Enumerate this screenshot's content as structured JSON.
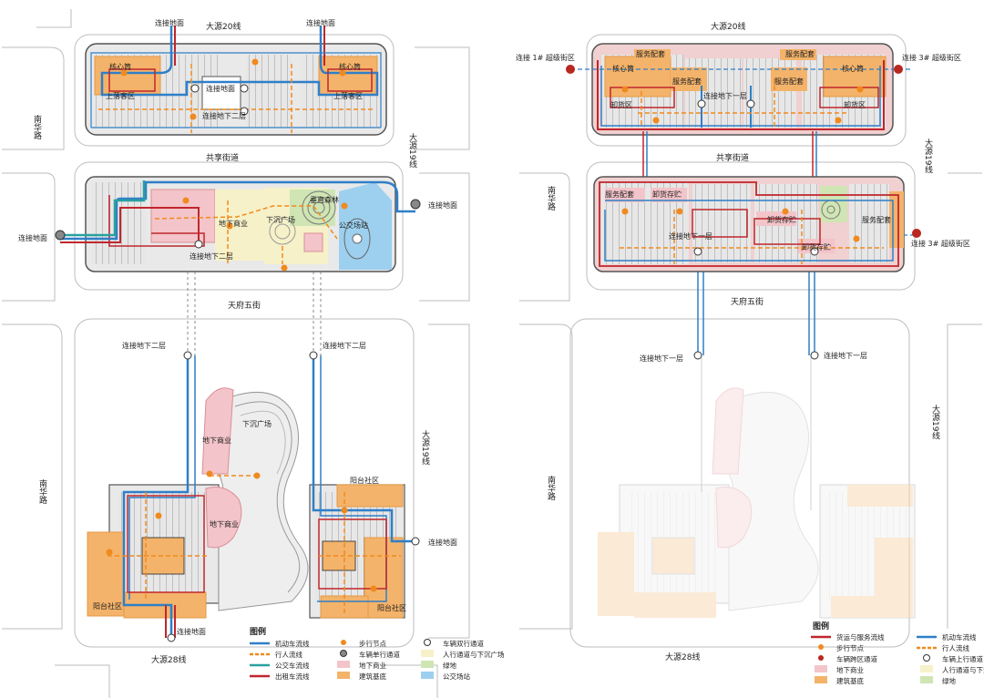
{
  "colors": {
    "vehicle": "#2f7fc8",
    "pedestrian": "#f08a1e",
    "bus": "#2aa0a0",
    "taxi": "#c0262c",
    "commerce": "#f3c4c9",
    "building": "#f4b36a",
    "greenland": "#cfe5b3",
    "busstation": "#9dd0ef",
    "plaza": "#f6f1c8",
    "serviceflow": "#c0262c",
    "vehicle_up": "#ffffff",
    "node": "#b9271f"
  },
  "left": {
    "roads": {
      "north": "大源20线",
      "middle": "共享街道",
      "tianfu": "天府五街",
      "south": "大源28线",
      "west_top": "南华路",
      "west_bottom": "南华路",
      "east_top": "大源19线",
      "east_bottom": "大源19线"
    },
    "labels": {
      "conn_ground_1": "连接地面",
      "conn_ground_2": "连接地面",
      "core_left": "核心筒",
      "core_right": "核心筒",
      "drop_left": "上落客区",
      "drop_right": "上落客区",
      "conn_ground_mid": "连接地面",
      "conn_b2_top": "连接地下二层",
      "conn_ground_east": "连接地面",
      "conn_ground_west": "连接地面",
      "commerce_mid": "地下商业",
      "sunken_mid": "下沉广场",
      "forest": "垂直森林",
      "bus_station": "公交场站",
      "conn_b2_mid": "连接地下二层",
      "conn_b2_left": "连接地下二层",
      "conn_b2_right": "连接地下二层",
      "sunken_bottom": "下沉广场",
      "commerce_b1": "地下商业",
      "commerce_b2": "地下商业",
      "balcony_1": "阳台社区",
      "balcony_2": "阳台社区",
      "balcony_3": "阳台社区",
      "conn_ground_bottom_e": "连接地面",
      "conn_ground_bottom_s": "连接地面"
    },
    "legend": {
      "title": "图例",
      "items": [
        {
          "label": "机动车流线",
          "kind": "line",
          "color": "#2f7fc8"
        },
        {
          "label": "行人流线",
          "kind": "dash",
          "color": "#f08a1e"
        },
        {
          "label": "公交车流线",
          "kind": "line",
          "color": "#2aa0a0"
        },
        {
          "label": "出租车流线",
          "kind": "line",
          "color": "#c0262c"
        },
        {
          "label": "步行节点",
          "kind": "dot",
          "color": "#f08a1e"
        },
        {
          "label": "车辆单行通道",
          "kind": "circle-grey",
          "color": "#888888"
        },
        {
          "label": "地下商业",
          "kind": "box",
          "color": "#f3c4c9"
        },
        {
          "label": "建筑基底",
          "kind": "box",
          "color": "#f4b36a"
        },
        {
          "label": "车辆双行通道",
          "kind": "circle",
          "color": "#ffffff"
        },
        {
          "label": "人行通道与下沉广场",
          "kind": "box",
          "color": "#f6f1c8"
        },
        {
          "label": "绿地",
          "kind": "box",
          "color": "#cfe5b3"
        },
        {
          "label": "公交场站",
          "kind": "box",
          "color": "#9dd0ef"
        }
      ]
    }
  },
  "right": {
    "roads": {
      "north": "大源20线",
      "middle": "共享街道",
      "tianfu": "天府五街",
      "south": "大源28线",
      "west_top": "南华路",
      "west_bottom": "南华路",
      "east_top": "大源19线",
      "east_bottom": "大源19线"
    },
    "labels": {
      "conn_super_1": "连接 1# 超级街区",
      "conn_super_3a": "连接 3# 超级街区",
      "conn_super_3b": "连接 3# 超级街区",
      "service_1": "服务配套",
      "service_2": "服务配套",
      "service_3": "服务配套",
      "service_4": "服务配套",
      "service_5": "服务配套",
      "service_6": "服务配套",
      "core_left": "核心筒",
      "core_right": "核心筒",
      "unload_left": "卸货区",
      "unload_right": "卸货区",
      "conn_b1_top": "连接地下一层",
      "storage_1": "卸货存贮",
      "storage_2": "卸货存贮",
      "storage_3": "卸货存贮",
      "conn_b1_mid": "连接地下一层",
      "conn_b1_left": "连接地下一层",
      "conn_b1_right": "连接地下一层"
    },
    "legend": {
      "title": "图例",
      "items": [
        {
          "label": "货运与服务流线",
          "kind": "line",
          "color": "#c0262c"
        },
        {
          "label": "步行节点",
          "kind": "dot",
          "color": "#f08a1e"
        },
        {
          "label": "车辆跨区通道",
          "kind": "dot",
          "color": "#b9271f"
        },
        {
          "label": "地下商业",
          "kind": "box",
          "color": "#f3c4c9"
        },
        {
          "label": "建筑基底",
          "kind": "box",
          "color": "#f4b36a"
        },
        {
          "label": "机动车流线",
          "kind": "line",
          "color": "#2f7fc8"
        },
        {
          "label": "行人流线",
          "kind": "dash",
          "color": "#f08a1e"
        },
        {
          "label": "车辆上行通道",
          "kind": "circle",
          "color": "#ffffff"
        },
        {
          "label": "人行通道与下沉广场",
          "kind": "box",
          "color": "#f6f1c8"
        },
        {
          "label": "绿地",
          "kind": "box",
          "color": "#cfe5b3"
        }
      ]
    }
  }
}
